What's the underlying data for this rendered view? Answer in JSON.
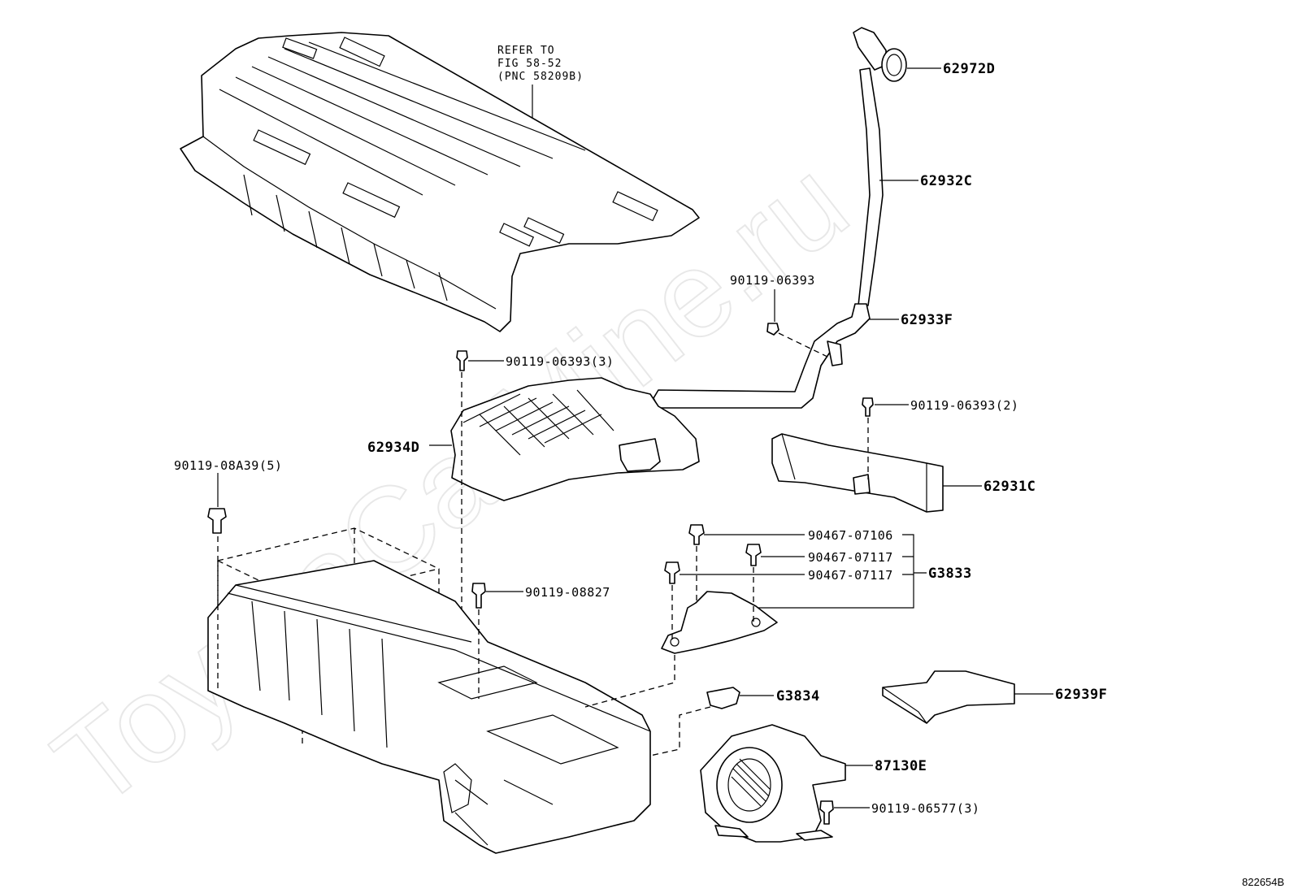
{
  "watermark": "ToyotaCarMine.ru",
  "reference_note": {
    "line1": "REFER TO",
    "line2": "FIG 58-52",
    "line3": "(PNC 58209B)"
  },
  "labels": {
    "p62972D": "62972D",
    "p62932C": "62932C",
    "p62933F": "62933F",
    "p90119_06393_a": "90119-06393",
    "p90119_06393_3": "90119-06393(3)",
    "p90119_06393_2": "90119-06393(2)",
    "p62934D": "62934D",
    "p62931C": "62931C",
    "p90119_08A39_5": "90119-08A39(5)",
    "p90467_07106": "90467-07106",
    "p90467_07117_a": "90467-07117",
    "p90467_07117_b": "90467-07117",
    "pG3833": "G3833",
    "p90119_08827": "90119-08827",
    "pG3834": "G3834",
    "p62939F": "62939F",
    "p87130E": "87130E",
    "p90119_06577_3": "90119-06577(3)"
  },
  "figure_code": "822654B"
}
